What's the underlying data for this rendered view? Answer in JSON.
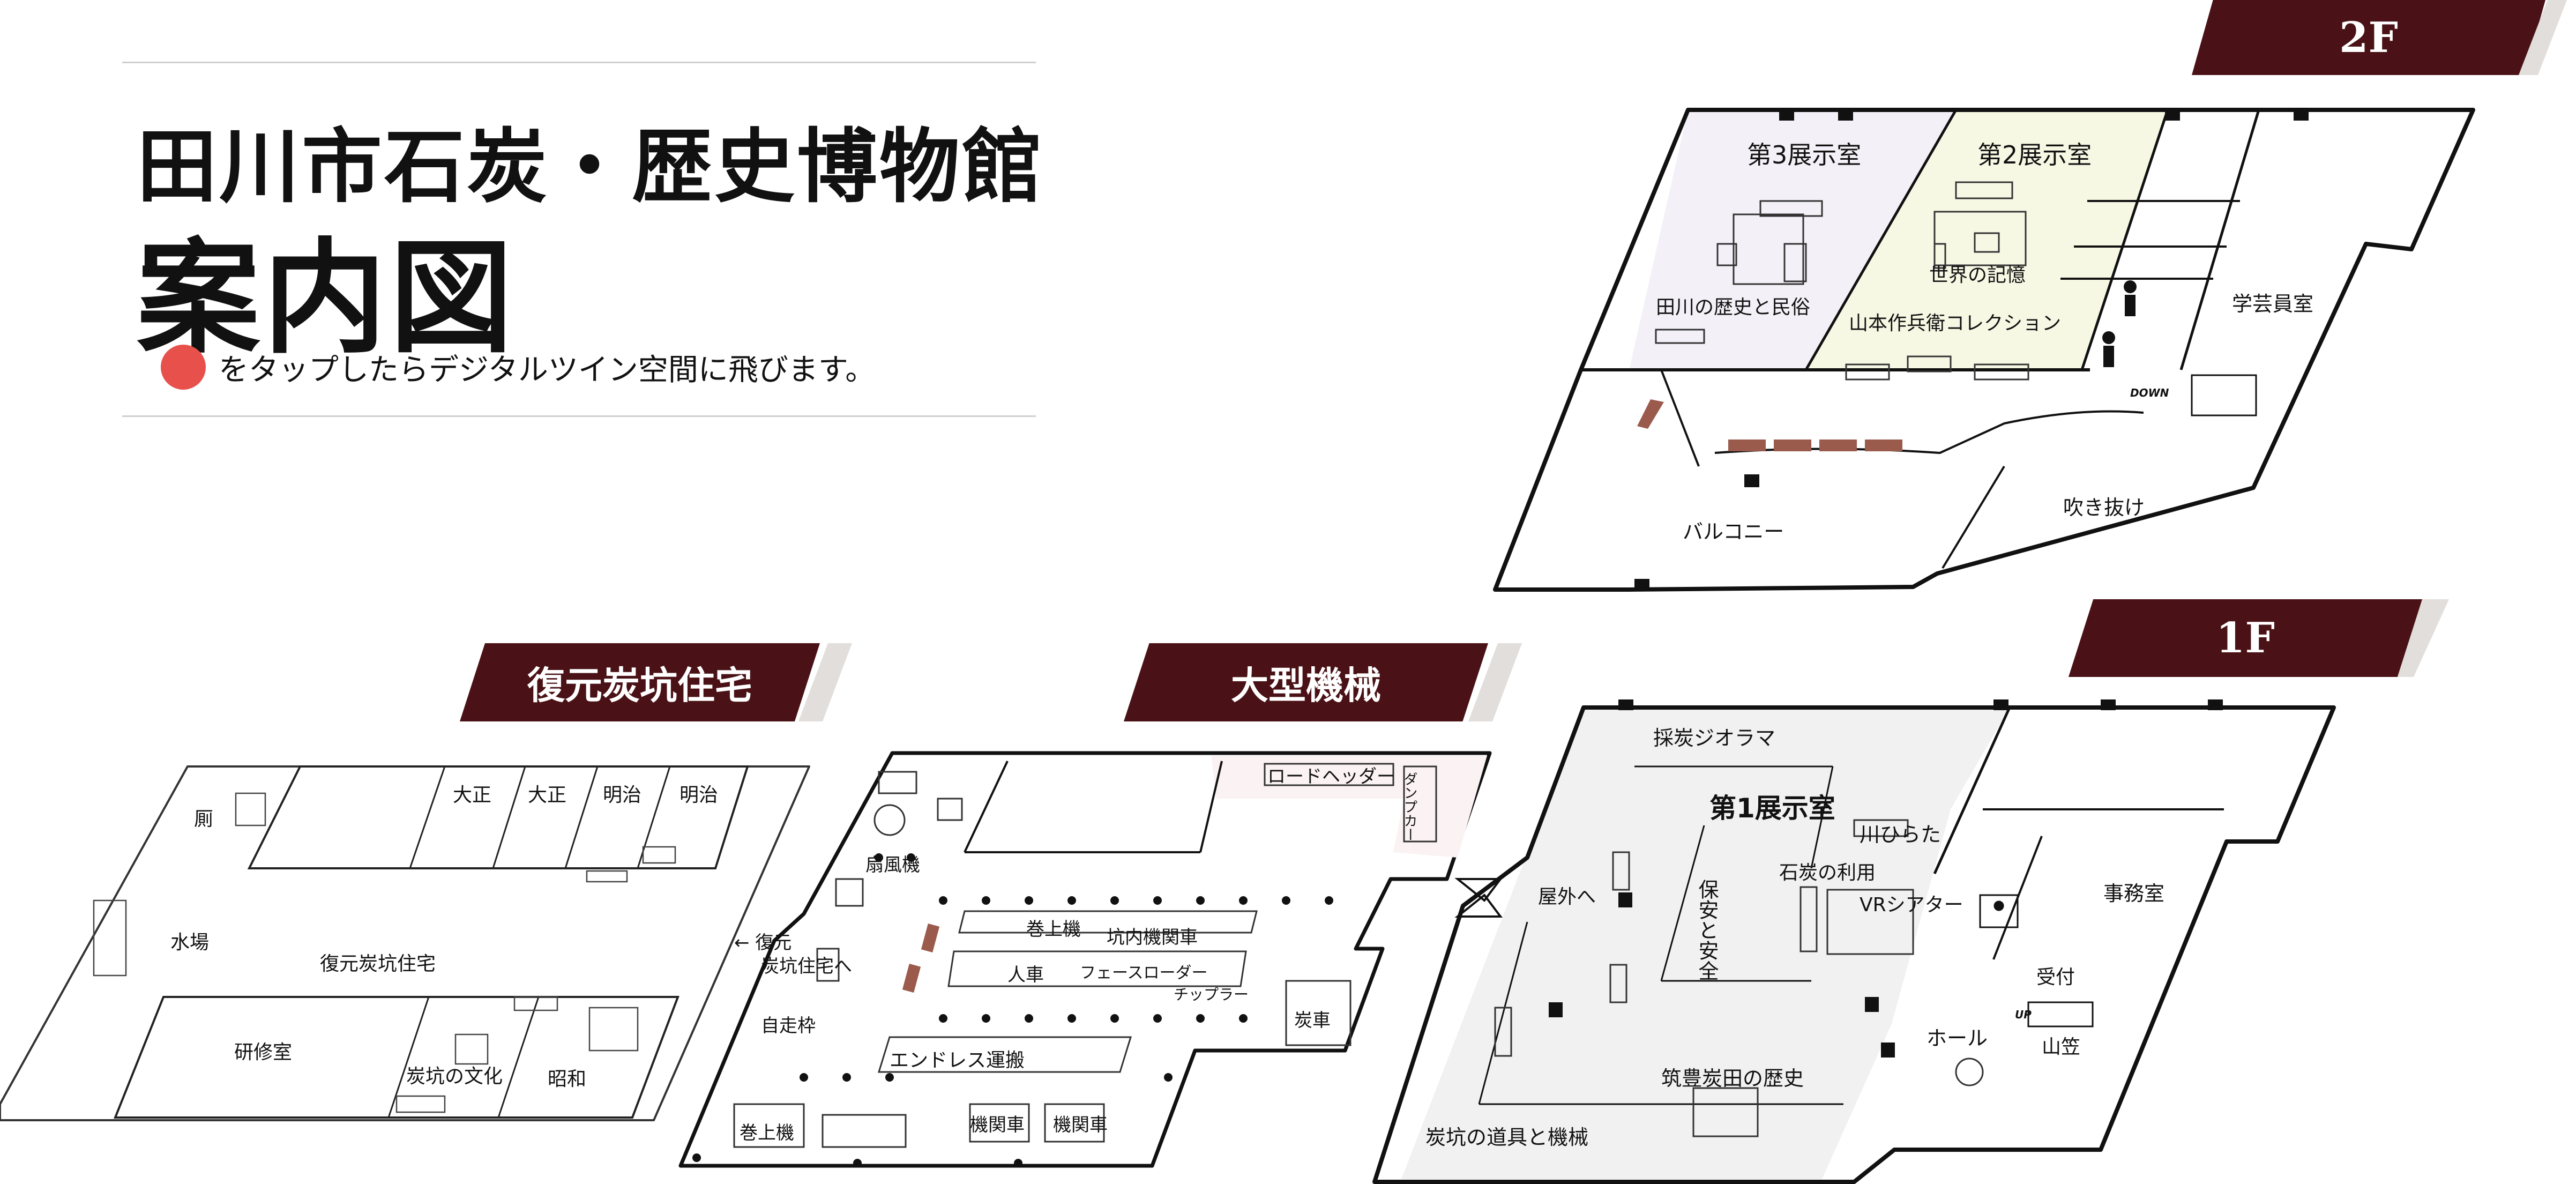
{
  "header": {
    "title_line1": "田川市石炭・歴史博物館",
    "title_line2": "案内図",
    "hint": "をタップしたらデジタルツイン空間に飛びます。"
  },
  "colors": {
    "brand_dark": "#4a1216",
    "hotspot_red": "#e8514b",
    "room_lavender": "#f3f1f7",
    "room_yellow": "#f7f8e4",
    "floor_gray": "#f1f1f1",
    "display_brown": "#9a5a4c"
  },
  "floors": {
    "f2": {
      "badge": "2F",
      "labels": {
        "room3": "第3展示室",
        "room2": "第2展示室",
        "history": "田川の歴史と民俗",
        "memory": "世界の記憶",
        "yamamoto": "山本作兵衛コレクション",
        "curator": "学芸員室",
        "balcony": "バルコニー",
        "atrium": "吹き抜け",
        "down": "DOWN"
      }
    },
    "f1": {
      "badge": "1F",
      "labels": {
        "diorama": "採炭ジオラマ",
        "room1": "第1展示室",
        "kawahirata": "川ひらた",
        "coal_use": "石炭の利用",
        "safety": "保安と安全",
        "vr": "VRシアター",
        "office": "事務室",
        "outdoor": "屋外へ",
        "reception": "受付",
        "hall": "ホール",
        "yamagasa": "山笠",
        "chikuho": "筑豊炭田の歴史",
        "tools": "炭坑の道具と機械",
        "up": "UP"
      }
    }
  },
  "outdoor_areas": {
    "housing": {
      "tag": "復元炭坑住宅",
      "labels": {
        "taisho_a": "大正",
        "taisho_b": "大正",
        "meiji_a": "明治",
        "meiji_b": "明治",
        "toilet": "厠",
        "water": "水場",
        "housing_center": "復元炭坑住宅",
        "training": "研修室",
        "culture": "炭坑の文化",
        "showa": "昭和"
      }
    },
    "machines": {
      "tag": "大型機械",
      "labels": {
        "road_header": "ロードヘッダー",
        "dump": "ダンプカー",
        "fan": "扇風機",
        "winch_a": "巻上機",
        "loco_pit": "坑内機関車",
        "man_car": "人車",
        "face_loader": "フェースローダー",
        "chippler": "チップラー",
        "coal_car": "炭車",
        "self_frame": "自走枠",
        "endless": "エンドレス運搬",
        "winch_b": "巻上機",
        "loco_a": "機関車",
        "loco_b": "機関車",
        "to_housing": "← 復元\n炭坑住宅へ"
      }
    }
  }
}
